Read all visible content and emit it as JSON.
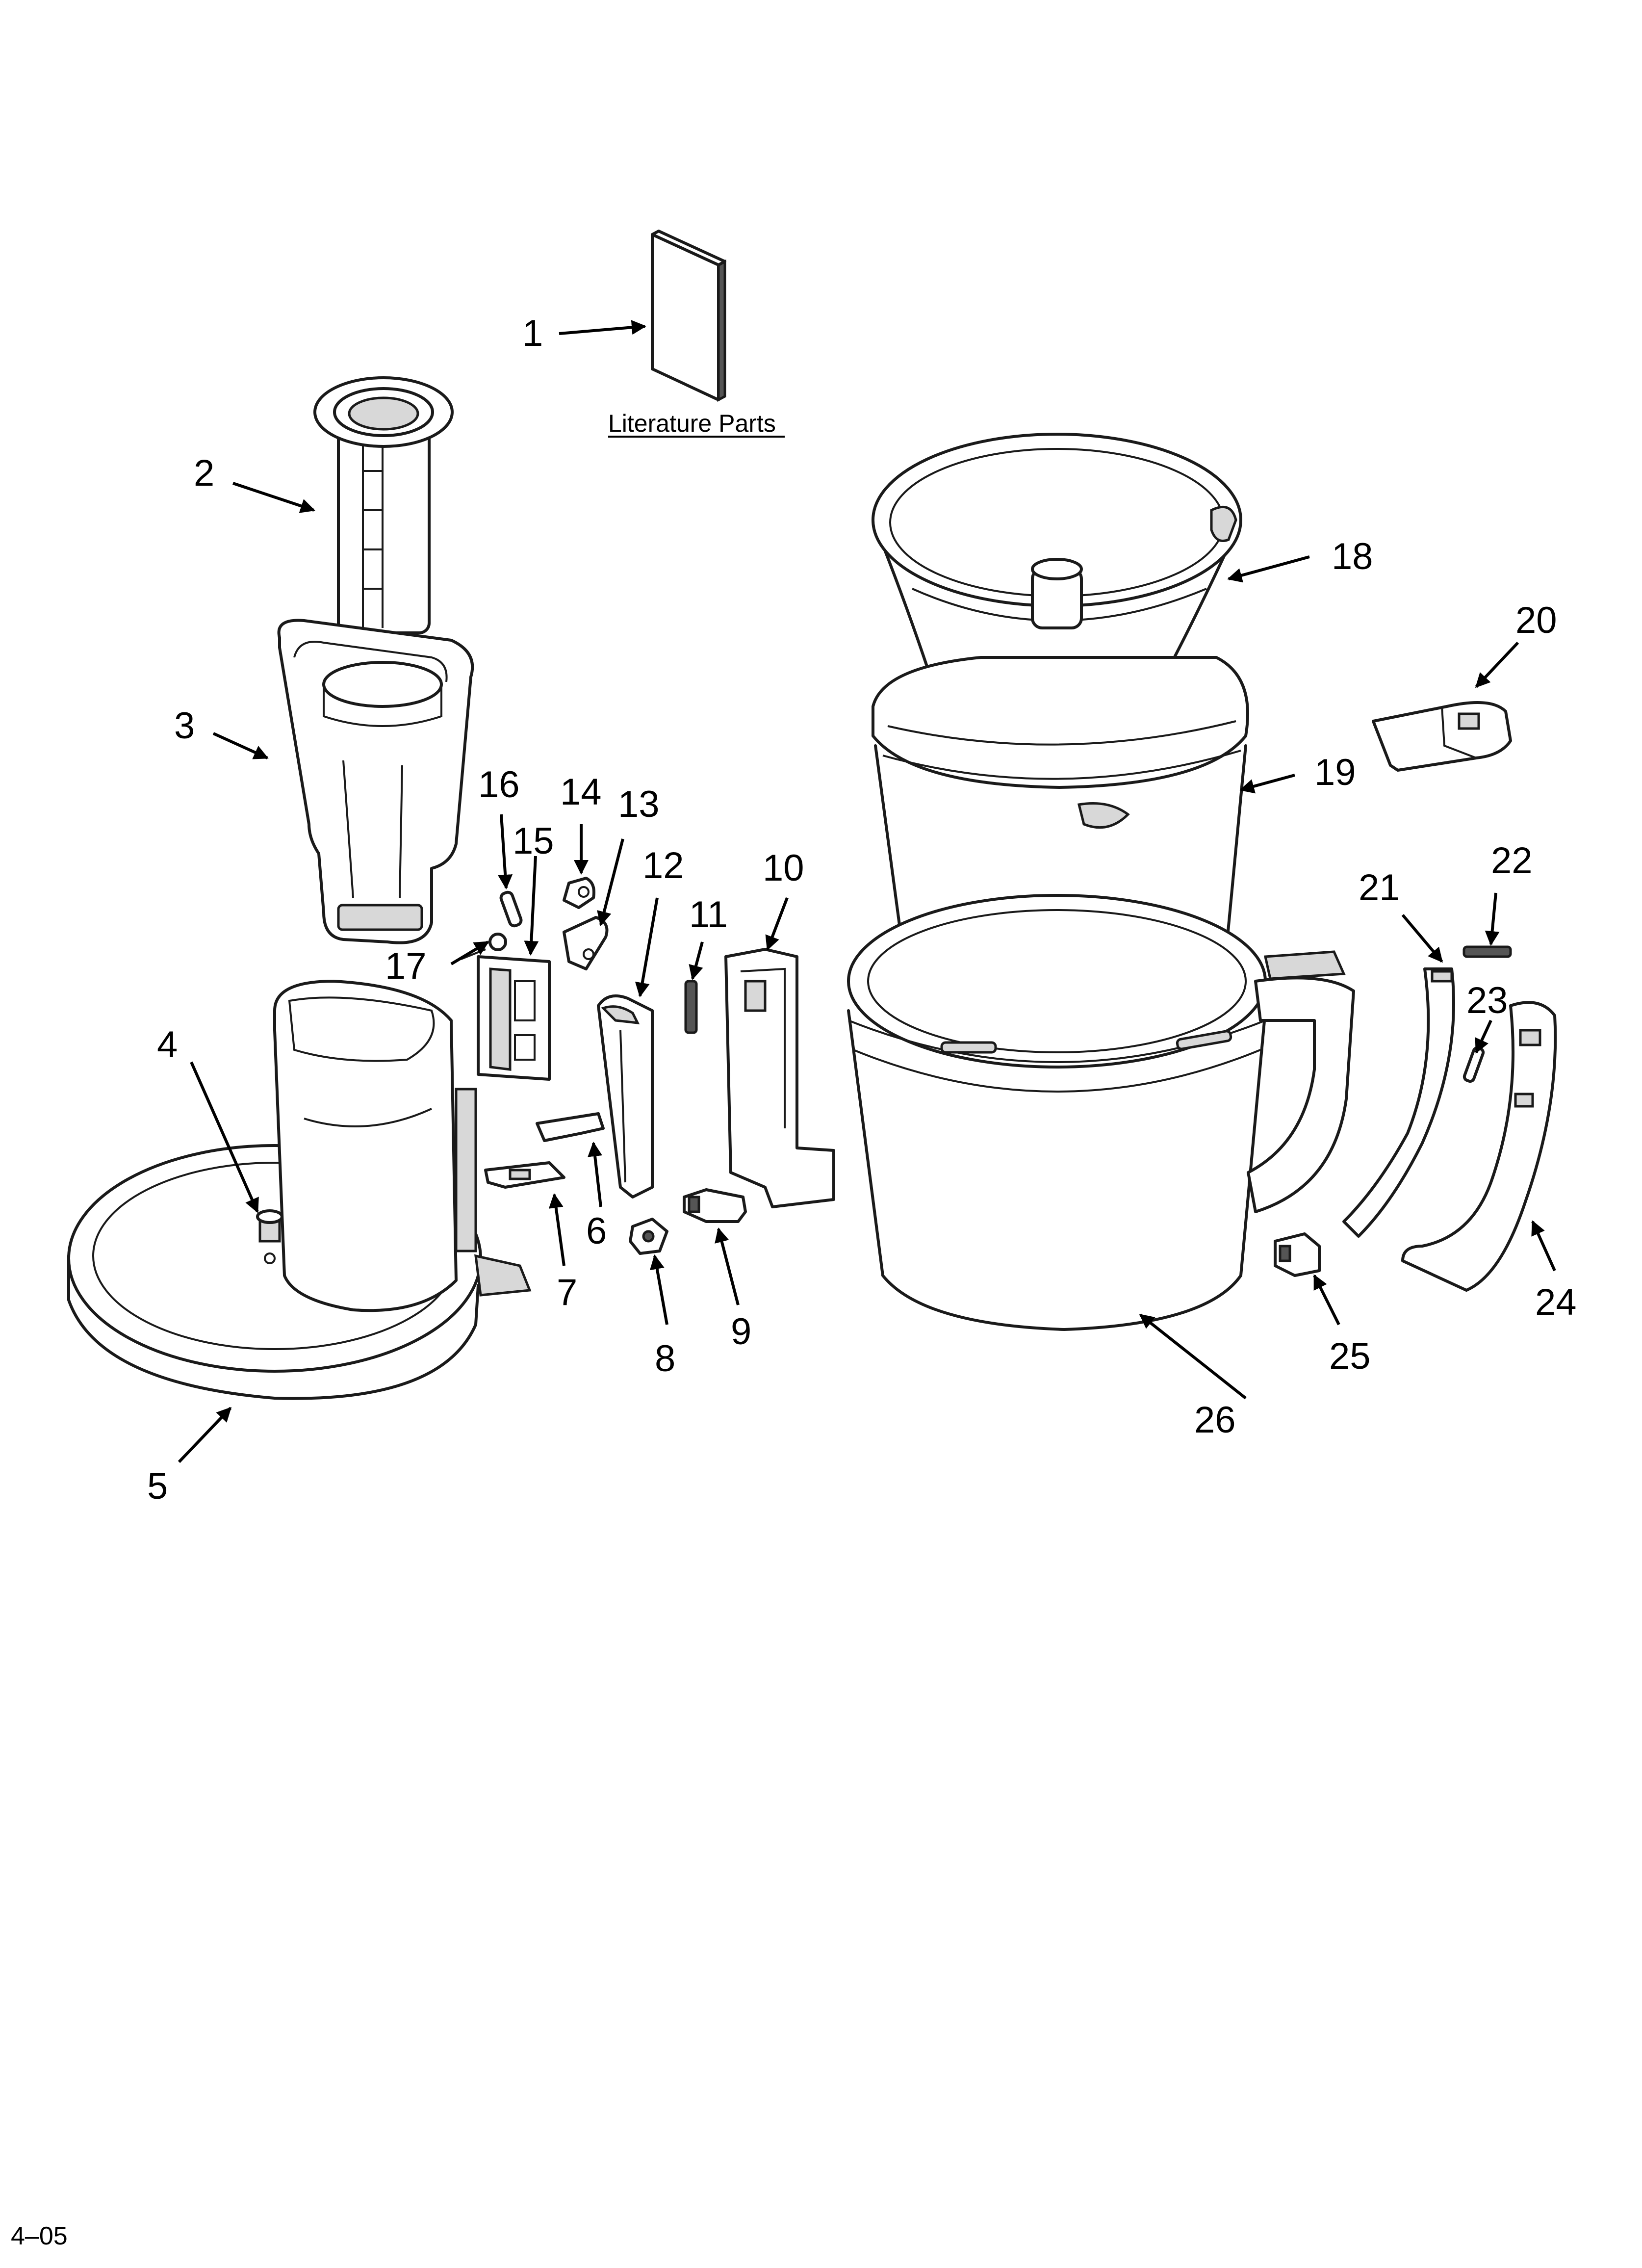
{
  "diagram": {
    "literature_label": "Literature Parts",
    "footer_code": "4–05",
    "callouts": [
      {
        "id": "1",
        "label": "1"
      },
      {
        "id": "2",
        "label": "2"
      },
      {
        "id": "3",
        "label": "3"
      },
      {
        "id": "4",
        "label": "4"
      },
      {
        "id": "5",
        "label": "5"
      },
      {
        "id": "6",
        "label": "6"
      },
      {
        "id": "7",
        "label": "7"
      },
      {
        "id": "8",
        "label": "8"
      },
      {
        "id": "9",
        "label": "9"
      },
      {
        "id": "10",
        "label": "10"
      },
      {
        "id": "11",
        "label": "11"
      },
      {
        "id": "12",
        "label": "12"
      },
      {
        "id": "13",
        "label": "13"
      },
      {
        "id": "14",
        "label": "14"
      },
      {
        "id": "15",
        "label": "15"
      },
      {
        "id": "16",
        "label": "16"
      },
      {
        "id": "17",
        "label": "17"
      },
      {
        "id": "18",
        "label": "18"
      },
      {
        "id": "19",
        "label": "19"
      },
      {
        "id": "20",
        "label": "20"
      },
      {
        "id": "21",
        "label": "21"
      },
      {
        "id": "22",
        "label": "22"
      },
      {
        "id": "23",
        "label": "23"
      },
      {
        "id": "24",
        "label": "24"
      },
      {
        "id": "25",
        "label": "25"
      },
      {
        "id": "26",
        "label": "26"
      }
    ]
  }
}
